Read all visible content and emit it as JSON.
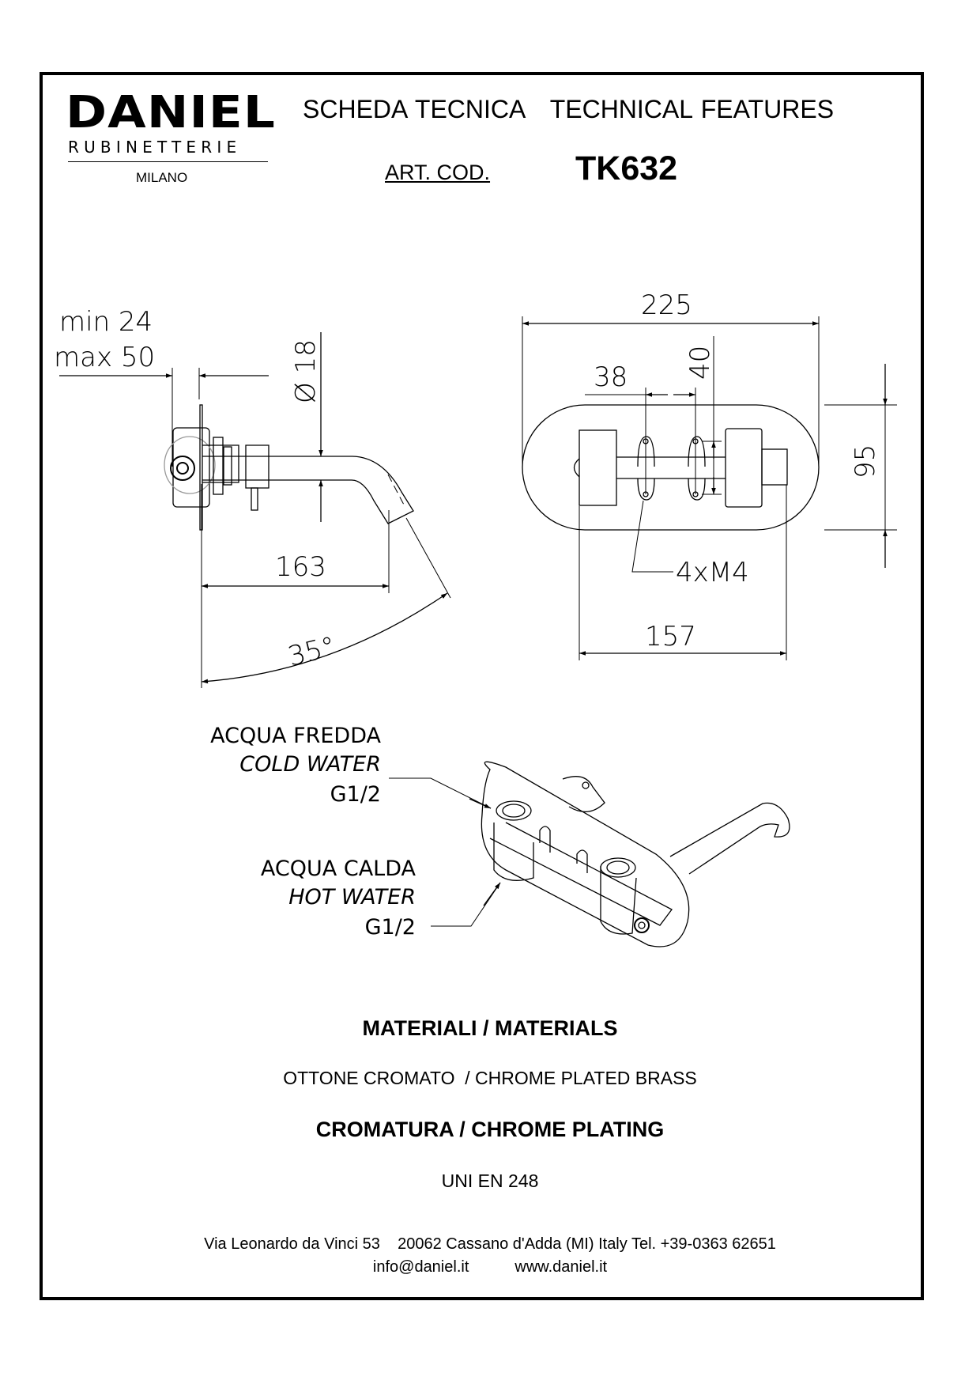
{
  "header": {
    "brand": "DANIEL",
    "brand_sub": "RUBINETTERIE",
    "brand_city": "MILANO",
    "title": "SCHEDA TECNICA   TECHNICAL FEATURES",
    "article_label": "ART. COD.",
    "article_code": "TK632"
  },
  "side_view": {
    "wall_thickness_min": "min 24",
    "wall_thickness_max": "max 50",
    "spout_diameter": "Ø 18",
    "spout_projection": "163",
    "spout_angle": "35°"
  },
  "front_view": {
    "plate_width": "225",
    "valve_spacing": "38",
    "fixing_vertical": "40",
    "plate_height": "95",
    "fixing_screws": "4xM4",
    "body_width": "157"
  },
  "connections": {
    "cold": {
      "label_it": "ACQUA FREDDA",
      "label_en": "COLD WATER",
      "thread": "G1/2"
    },
    "hot": {
      "label_it": "ACQUA CALDA",
      "label_en": "HOT WATER",
      "thread": "G1/2"
    }
  },
  "materials": {
    "heading": "MATERIALI / MATERIALS",
    "value": "OTTONE CROMATO  / CHROME PLATED BRASS",
    "plating_heading": "CROMATURA / CHROME PLATING",
    "plating_value": "UNI EN 248"
  },
  "footer": {
    "address": "Via Leonardo da Vinci 53    20062 Cassano d'Adda (MI) Italy Tel. +39-0363 62651",
    "email": "info@daniel.it",
    "website": "www.daniel.it"
  }
}
